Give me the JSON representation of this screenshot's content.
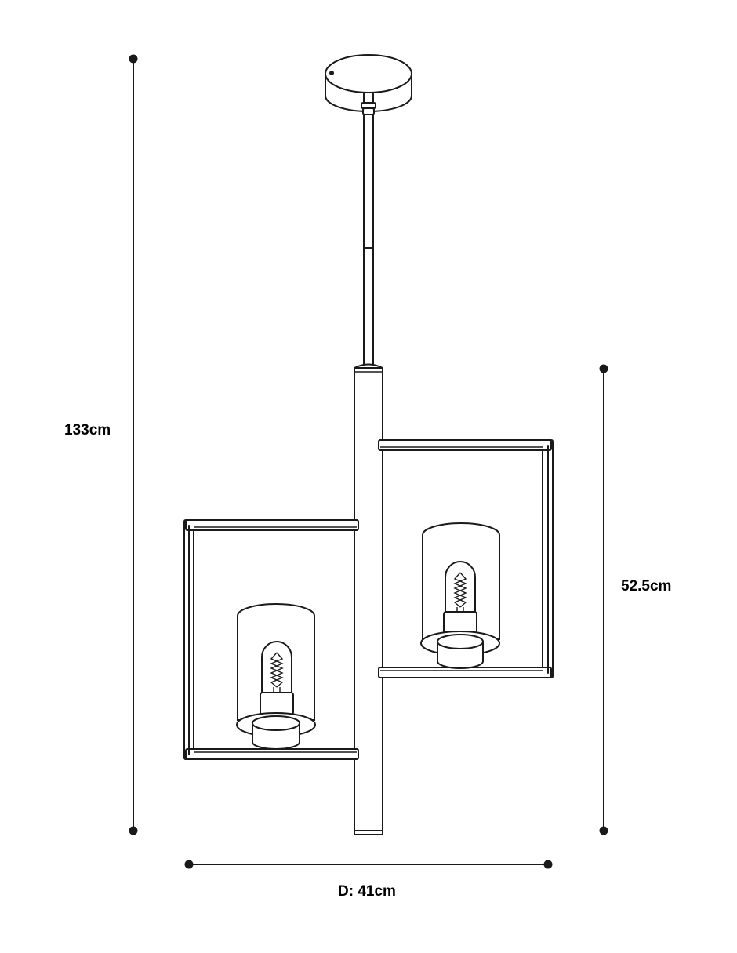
{
  "dimensions": {
    "overall_height": "133cm",
    "fixture_height": "52.5cm",
    "diameter": "D: 41cm"
  },
  "colors": {
    "line": "#1a1a1a",
    "background": "#ffffff"
  }
}
